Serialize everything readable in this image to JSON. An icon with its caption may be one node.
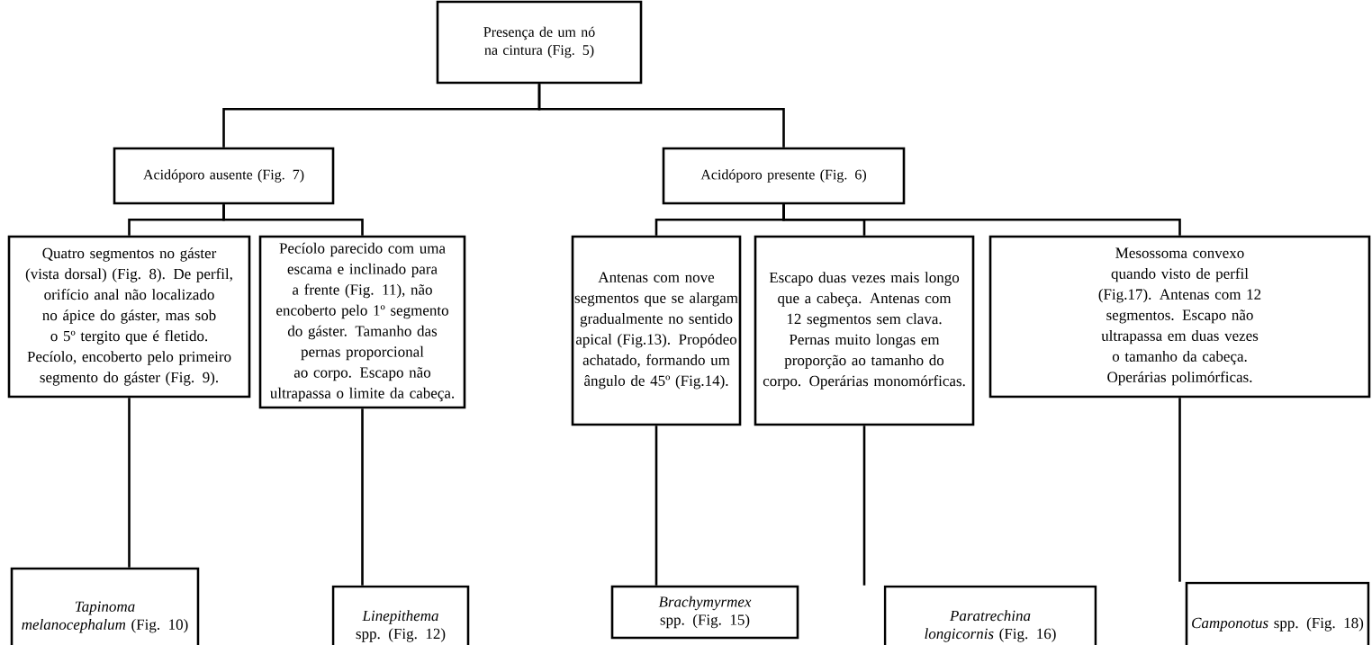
{
  "diagram": {
    "nodes": [
      {
        "text": [
          "Presença de um nó na cintura (Fig. 5)"
        ]
      },
      {
        "text": [
          "Acidóporo ausente (Fig. 7)"
        ]
      },
      {
        "text": [
          "Acidóporo presente (Fig. 6)"
        ]
      },
      {
        "text": [
          "Quatro segmentos no gáster (vista dorsal) (Fig. 8). De perfil, orifício anal não localizado no ápice do gáster, mas sob o 5º tergito que é fletido. Pecíolo, encoberto pelo primeiro segmento do gáster (Fig. 9)."
        ]
      },
      {
        "text": [
          "Pecíolo parecido com uma escama e inclinado para a frente (Fig. 11), não encoberto pelo 1º segmento do gáster. Tamanho das pernas proporcional ao corpo. Escapo não ultrapassa o limite da cabeça."
        ]
      },
      {
        "text": [
          "Antenas com nove segmentos que se alargam gradualmente no sentido apical (Fig.13). Propódeo achatado, formando um ângulo de 45º (Fig.14)."
        ]
      },
      {
        "text": [
          "Escapo duas vezes mais longo que a cabeça. Antenas com 12 segmentos sem clava. Pernas muito longas em proporção ao tamanho do corpo. Operárias monomórficas."
        ]
      },
      {
        "text": [
          "Mesossoma convexo quando visto de perfil (Fig.17). Antenas com 12 segmentos. Escapo não ultrapassa em duas vezes o tamanho da cabeça. Operárias polimórficas."
        ]
      },
      {
        "text": [
          "*Tapinoma melanocephalum* (Fig. 10)"
        ]
      },
      {
        "text": [
          "*Linepithema* spp. (Fig. 12)"
        ]
      },
      {
        "text": [
          "*Brachymyrmex* spp. (Fig. 15)"
        ]
      },
      {
        "text": [
          "*Paratrechina longicornis* (Fig. 16)"
        ]
      },
      {
        "text": [
          "*Camponotus* spp. (Fig. 18)"
        ]
      }
    ],
    "edges": [
      {
        "from": 0,
        "to": 1,
        "arrow": "none"
      },
      {
        "from": 0,
        "to": 2,
        "arrow": "none"
      },
      {
        "from": 1,
        "to": 3,
        "arrow": "none"
      },
      {
        "from": 1,
        "to": 4,
        "arrow": "none"
      },
      {
        "from": 2,
        "to": 5,
        "arrow": "none"
      },
      {
        "from": 2,
        "to": 6,
        "arrow": "none"
      },
      {
        "from": 2,
        "to": 7,
        "arrow": "none"
      },
      {
        "from": 3,
        "to": 8,
        "arrow": "none"
      },
      {
        "from": 4,
        "to": 9,
        "arrow": "none"
      },
      {
        "from": 5,
        "to": 10,
        "arrow": "none"
      },
      {
        "from": 6,
        "to": 11,
        "arrow": "none"
      },
      {
        "from": 7,
        "to": 12,
        "arrow": "none"
      }
    ]
  }
}
